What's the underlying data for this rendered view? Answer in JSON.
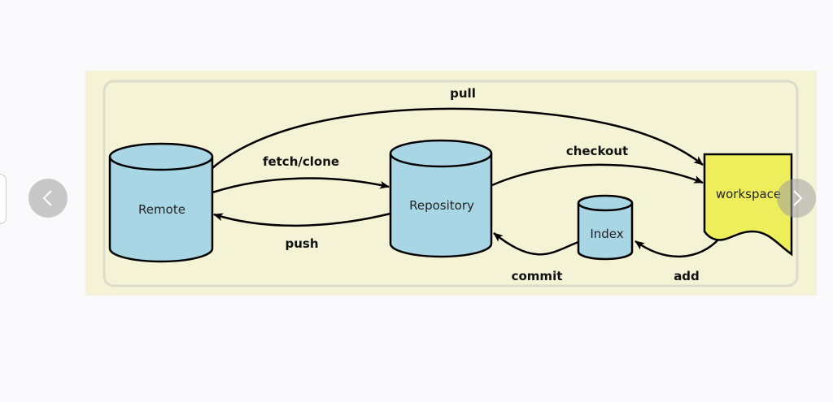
{
  "diagram": {
    "nodes": {
      "remote": "Remote",
      "repository": "Repository",
      "index": "Index",
      "workspace": "workspace"
    },
    "edges": {
      "pull": "pull",
      "fetch_clone": "fetch/clone",
      "push": "push",
      "checkout": "checkout",
      "commit": "commit",
      "add": "add"
    },
    "colors": {
      "cylinder": "#a9d6e5",
      "workspace": "#eeee5c",
      "background": "#f5f3d6"
    }
  },
  "carousel": {
    "prev_icon": "chevron-left-icon",
    "next_icon": "chevron-right-icon"
  }
}
